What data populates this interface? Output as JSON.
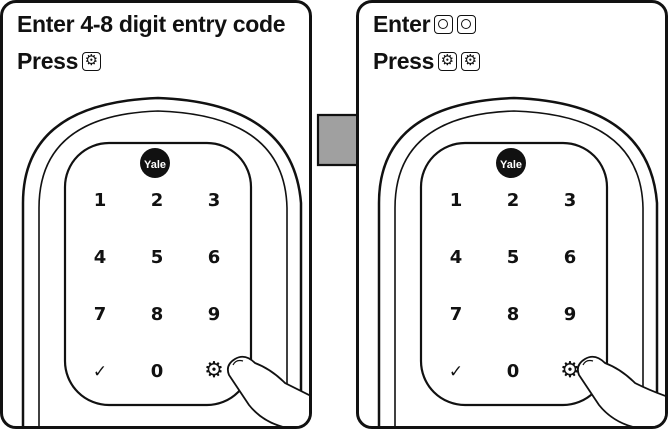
{
  "left_panel": {
    "line1": "Enter 4-8 digit entry code",
    "line2_prefix": "Press",
    "line2_icons": [
      "gear-key-icon"
    ]
  },
  "right_panel": {
    "line1_prefix": "Enter",
    "line1_icons": [
      "blank-key-icon",
      "blank-key-icon"
    ],
    "line2_prefix": "Press",
    "line2_icons": [
      "gear-key-icon",
      "gear-key-icon"
    ]
  },
  "keypad": {
    "brand": "Yale",
    "rows": [
      [
        "1",
        "2",
        "3"
      ],
      [
        "4",
        "5",
        "6"
      ],
      [
        "7",
        "8",
        "9"
      ],
      [
        "✓",
        "0",
        "⚙"
      ]
    ]
  },
  "colors": {
    "ink": "#111111",
    "arrow_fill": "#a0a0a0",
    "background": "#ffffff"
  }
}
